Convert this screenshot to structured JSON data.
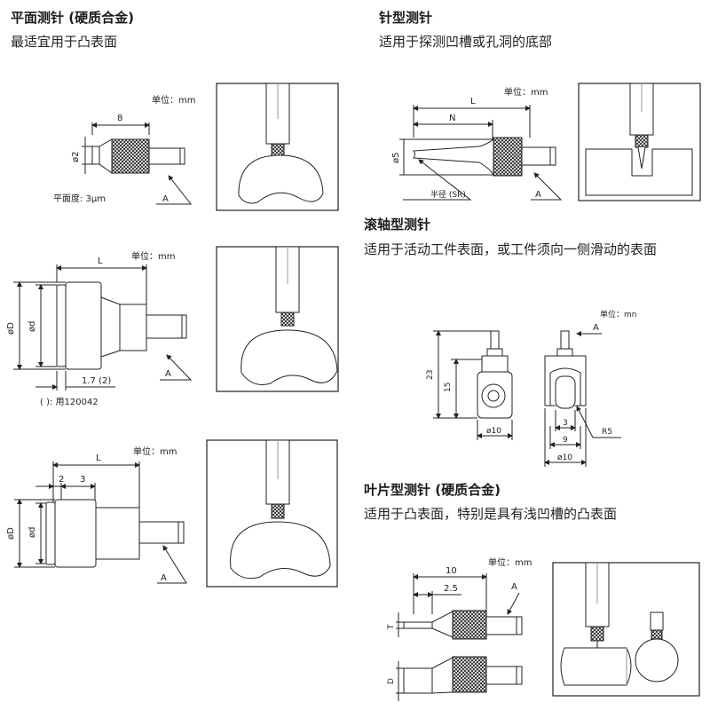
{
  "sections": {
    "flat": {
      "title": "平面测针 (硬质合金)",
      "desc": "最适宜用于凸表面",
      "unit": "单位：mm",
      "dim_len": "8",
      "dim_dia": "ø2",
      "flatness": "平面度: 3μm",
      "arrow_label": "A"
    },
    "needle": {
      "title": "针型测针",
      "desc": "适用于探测凹槽或孔洞的底部",
      "unit": "单位：mm",
      "dim_L": "L",
      "dim_N": "N",
      "dim_dia": "ø5",
      "radius": "半径 (SR)",
      "arrow_label": "A"
    },
    "roller": {
      "title": "滚轴型测针",
      "desc": "适用于活动工件表面，或工件须向一侧滑动的表面",
      "unit_left": "单位：mm",
      "dim_L": "L",
      "dim_D": "øD",
      "dim_d": "ød",
      "dim_17": "1.7 (2)",
      "note": "( ): 用120042",
      "arrow_label": "A",
      "unit_right": "单位：mn",
      "arrow_label_right": "A",
      "dim_23": "23",
      "dim_15": "15",
      "dim_10a": "ø10",
      "dim_3": "3",
      "dim_9": "9",
      "dim_10b": "ø10",
      "dim_r5": "R5"
    },
    "third": {
      "unit": "单位：mm",
      "dim_L": "L",
      "dim_2": "2",
      "dim_3": "3",
      "dim_D": "øD",
      "dim_d": "ød",
      "arrow_label": "A"
    },
    "blade": {
      "title": "叶片型测针 (硬质合金)",
      "desc": "适用于凸表面，特别是具有浅凹槽的凸表面",
      "unit": "单位：mm",
      "dim_10": "10",
      "dim_25": "2.5",
      "dim_T": "T",
      "dim_D": "D",
      "arrow_label": "A"
    }
  }
}
